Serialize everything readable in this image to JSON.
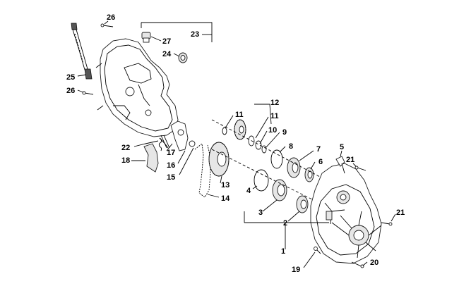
{
  "callouts": [
    {
      "id": "c1",
      "text": "1"
    },
    {
      "id": "c2",
      "text": "2"
    },
    {
      "id": "c3",
      "text": "3"
    },
    {
      "id": "c4",
      "text": "4"
    },
    {
      "id": "c5",
      "text": "5"
    },
    {
      "id": "c6",
      "text": "6"
    },
    {
      "id": "c7",
      "text": "7"
    },
    {
      "id": "c8",
      "text": "8"
    },
    {
      "id": "c9",
      "text": "9"
    },
    {
      "id": "c10",
      "text": "10"
    },
    {
      "id": "c11a",
      "text": "11"
    },
    {
      "id": "c11b",
      "text": "11"
    },
    {
      "id": "c12",
      "text": "12"
    },
    {
      "id": "c13",
      "text": "13"
    },
    {
      "id": "c14",
      "text": "14"
    },
    {
      "id": "c15",
      "text": "15"
    },
    {
      "id": "c16",
      "text": "16"
    },
    {
      "id": "c17",
      "text": "17"
    },
    {
      "id": "c18",
      "text": "18"
    },
    {
      "id": "c19",
      "text": "19"
    },
    {
      "id": "c20",
      "text": "20"
    },
    {
      "id": "c21a",
      "text": "21"
    },
    {
      "id": "c21b",
      "text": "21"
    },
    {
      "id": "c22",
      "text": "22"
    },
    {
      "id": "c23",
      "text": "23"
    },
    {
      "id": "c24",
      "text": "24"
    },
    {
      "id": "c25",
      "text": "25"
    },
    {
      "id": "c26a",
      "text": "26"
    },
    {
      "id": "c26b",
      "text": "26"
    },
    {
      "id": "c27",
      "text": "27"
    }
  ]
}
